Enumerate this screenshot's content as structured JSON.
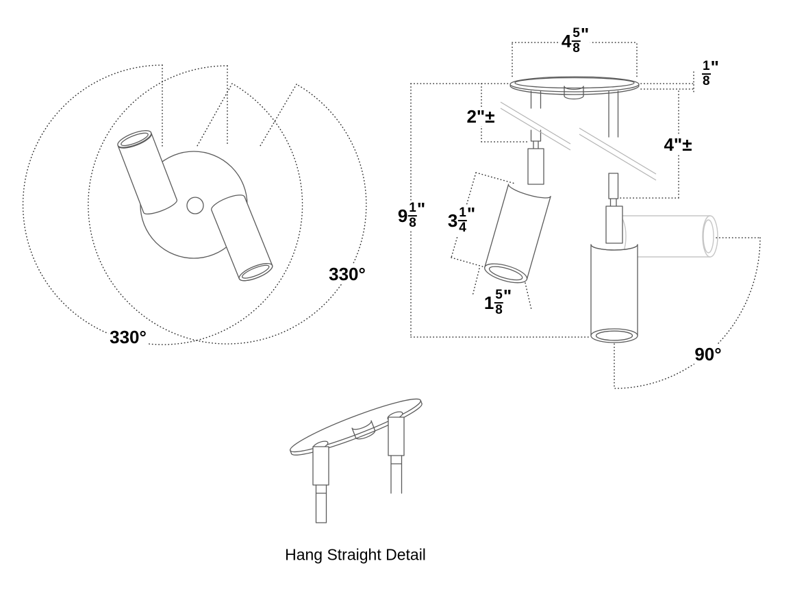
{
  "caption": "Hang Straight Detail",
  "dims": {
    "canopy_width": {
      "whole": "4",
      "num": "5",
      "den": "8",
      "unit": "\""
    },
    "canopy_edge": {
      "num": "1",
      "den": "8",
      "unit": "\""
    },
    "stem_short": {
      "label": "2\"±"
    },
    "stem_long": {
      "label": "4\"±"
    },
    "overall_height": {
      "whole": "9",
      "num": "1",
      "den": "8",
      "unit": "\""
    },
    "head_length": {
      "whole": "3",
      "num": "1",
      "den": "4",
      "unit": "\""
    },
    "head_diameter": {
      "whole": "1",
      "num": "5",
      "den": "8",
      "unit": "\""
    }
  },
  "rotation": {
    "pan_left": "330°",
    "pan_right": "330°",
    "tilt": "90°"
  },
  "colors": {
    "line": "#5a5a5a",
    "dimension_dots": "#2f2f2f",
    "ghost_position": "#c6c6c6",
    "break_mark": "#b3b3b3",
    "text": "#000000",
    "background": "#ffffff"
  }
}
